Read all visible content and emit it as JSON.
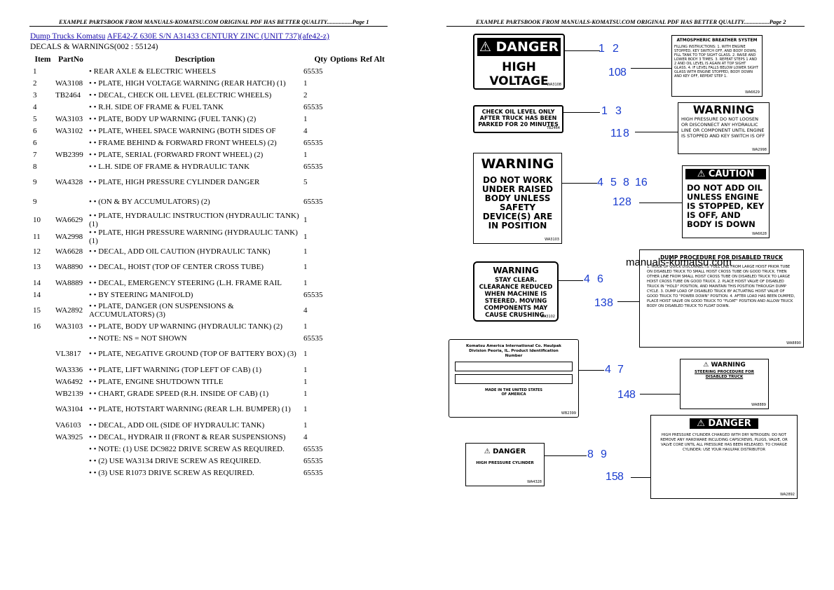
{
  "page1": {
    "header": "EXAMPLE PARTSBOOK FROM MANUALS-KOMATSU.COM ORIGINAL PDF HAS BETTER QUALITY.................Page 1",
    "crumb1": "Dump Trucks Komatsu",
    "crumb2": "AFE42-Z 630E S/N A31433 CENTURY ZINC (UNIT 737)(afe42-z)",
    "section": "DECALS & WARNINGS(002 : 55124)",
    "columns": [
      "Item",
      "PartNo",
      "Description",
      "Qty",
      "Options",
      "Ref Alt"
    ],
    "rows": [
      {
        "item": "1",
        "pn": "",
        "desc": "• REAR AXLE & ELECTRIC WHEELS",
        "qty": "65535"
      },
      {
        "item": "2",
        "pn": "WA3108",
        "desc": "• • PLATE, HIGH VOLTAGE WARNING (REAR HATCH) (1)",
        "qty": "1"
      },
      {
        "item": "3",
        "pn": "TB2464",
        "desc": "• • DECAL, CHECK OIL LEVEL (ELECTRIC WHEELS)",
        "qty": "2"
      },
      {
        "item": "4",
        "pn": "",
        "desc": "• • R.H. SIDE OF FRAME & FUEL TANK",
        "qty": "65535"
      },
      {
        "item": "5",
        "pn": "WA3103",
        "desc": "• • PLATE, BODY UP WARNING (FUEL TANK) (2)",
        "qty": "1"
      },
      {
        "item": "6",
        "pn": "WA3102",
        "desc": "• • PLATE, WHEEL SPACE WARNING (BOTH SIDES OF",
        "qty": "4"
      },
      {
        "item": "6",
        "pn": "",
        "desc": "• • FRAME BEHIND & FORWARD FRONT WHEELS) (2)",
        "qty": "65535"
      },
      {
        "item": "7",
        "pn": "WB2399",
        "desc": "• • PLATE, SERIAL (FORWARD FRONT WHEEL) (2)",
        "qty": "1"
      },
      {
        "item": "8",
        "pn": "",
        "desc": "• • L.H. SIDE OF FRAME & HYDRAULIC TANK",
        "qty": "65535"
      },
      {
        "item": "9",
        "pn": "WA4328",
        "desc": "• • PLATE, HIGH PRESSURE CYLINDER DANGER",
        "qty": "5"
      },
      {
        "item": "9",
        "pn": "",
        "desc": "• • (ON & BY ACCUMULATORS) (2)",
        "qty": "65535"
      },
      {
        "item": "10",
        "pn": "WA6629",
        "desc": "• • PLATE, HYDRAULIC INSTRUCTION (HYDRAULIC TANK) (1)",
        "qty": "1"
      },
      {
        "item": "11",
        "pn": "WA2998",
        "desc": "• • PLATE, HIGH PRESSURE WARNING (HYDRAULIC TANK) (1)",
        "qty": "1"
      },
      {
        "item": "12",
        "pn": "WA6628",
        "desc": "• • DECAL, ADD OIL CAUTION (HYDRAULIC TANK)",
        "qty": "1"
      },
      {
        "item": "13",
        "pn": "WA8890",
        "desc": "• • DECAL, HOIST (TOP OF CENTER CROSS TUBE)",
        "qty": "1"
      },
      {
        "item": "14",
        "pn": "WA8889",
        "desc": "• • DECAL, EMERGENCY STEERING (L.H. FRAME RAIL",
        "qty": "1"
      },
      {
        "item": "14",
        "pn": "",
        "desc": "• • BY STEERING MANIFOLD)",
        "qty": "65535"
      },
      {
        "item": "15",
        "pn": "WA2892",
        "desc": "• • PLATE, DANGER (ON SUSPENSIONS & ACCUMULATORS) (3)",
        "qty": "4"
      },
      {
        "item": "16",
        "pn": "WA3103",
        "desc": "• • PLATE, BODY UP WARNING (HYDRAULIC TANK) (2)",
        "qty": "1"
      },
      {
        "item": "",
        "pn": "",
        "desc": "• • NOTE: NS = NOT SHOWN",
        "qty": "65535"
      },
      {
        "item": "",
        "pn": "VL3817",
        "desc": "• • PLATE, NEGATIVE GROUND (TOP OF BATTERY BOX) (3)",
        "qty": "1"
      },
      {
        "item": "",
        "pn": "WA3336",
        "desc": "• • PLATE, LIFT WARNING (TOP LEFT OF CAB) (1)",
        "qty": "1"
      },
      {
        "item": "",
        "pn": "WA6492",
        "desc": "• • PLATE, ENGINE SHUTDOWN TITLE",
        "qty": "1"
      },
      {
        "item": "",
        "pn": "WB2139",
        "desc": "• • CHART, GRADE SPEED (R.H. INSIDE OF CAB) (1)",
        "qty": "1"
      },
      {
        "item": "",
        "pn": "WA3104",
        "desc": "• • PLATE, HOTSTART WARNING (REAR L.H. BUMPER) (1)",
        "qty": "1"
      },
      {
        "item": "",
        "pn": "VA6103",
        "desc": "• • DECAL, ADD OIL (SIDE OF HYDRAULIC TANK)",
        "qty": "1"
      },
      {
        "item": "",
        "pn": "WA3925",
        "desc": "• • DECAL, HYDRAIR II (FRONT & REAR SUSPENSIONS)",
        "qty": "4"
      },
      {
        "item": "",
        "pn": "",
        "desc": "• • NOTE: (1) USE DC9822 DRIVE SCREW AS REQUIRED.",
        "qty": "65535"
      },
      {
        "item": "",
        "pn": "",
        "desc": "• • (2) USE WA3134 DRIVE SCREW AS REQUIRED.",
        "qty": "65535"
      },
      {
        "item": "",
        "pn": "",
        "desc": "• • (3) USE R1073 DRIVE SCREW AS REQUIRED.",
        "qty": "65535"
      }
    ]
  },
  "page2": {
    "header": "EXAMPLE PARTSBOOK FROM MANUALS-KOMATSU.COM ORIGINAL PDF HAS BETTER QUALITY.................Page 2",
    "watermark": "manuals-komatsu.com",
    "labels": {
      "hv_title": "⚠ DANGER",
      "hv_body": "HIGH VOLTAGE",
      "breather_title": "ATMOSPHERIC BREATHER SYSTEM",
      "breather_body": "FILLING INSTRUCTIONS: 1. WITH ENGINE STOPPED, KEY SWITCH OFF, AND BODY DOWN, FILL TANK TO TOP SIGHT GLASS. 2. RAISE AND LOWER BODY 3 TIMES. 3. REPEAT STEPS 1 AND 2 AND OIL LEVEL IS AGAIN AT TOP SIGHT GLASS. 4. IF LEVEL FALLS BELOW LOWER SIGHT GLASS WITH ENGINE STOPPED, BODY DOWN AND KEY OFF, REPEAT STEP 1.",
      "check_oil": "CHECK OIL LEVEL ONLY AFTER TRUCK HAS BEEN PARKED FOR 20 MINUTES",
      "hp_title": "WARNING",
      "hp_body": "HIGH PRESSURE DO NOT LOOSEN OR DISCONNECT ANY HYDRAULIC LINE OR COMPONENT UNTIL ENGINE IS STOPPED AND KEY SWITCH IS OFF",
      "bodyup_title": "WARNING",
      "bodyup_body": "DO NOT WORK UNDER RAISED BODY UNLESS SAFETY DEVICE(S) ARE IN POSITION",
      "caution_title": "⚠ CAUTION",
      "caution_body": "DO NOT ADD OIL UNLESS ENGINE IS STOPPED, KEY IS OFF, AND BODY IS DOWN",
      "dump_title": "DUMP PROCEDURE FOR DISABLED TRUCK",
      "dump_body": "1. HOOK UP QUICK DISCONNECTS: FUEL LINE FROM LARGE HOIST PRIOR TUBE ON DISABLED TRUCK TO SMALL HOIST CROSS TUBE ON GOOD TRUCK. THEN OTHER LINE FROM SMALL HOIST CROSS TUBE ON DISABLED TRUCK TO LARGE HOIST CROSS TUBE ON GOOD TRUCK. 2. PLACE HOIST VALVE OF DISABLED TRUCK IN \"HOLD\" POSITION, AND MAINTAIN THIS POSITION THROUGH DUMP CYCLE. 3. DUMP LOAD OF DISABLED TRUCK BY ACTUATING HOIST VALVE OF GOOD TRUCK TO \"POWER DOWN\" POSITION. 4. AFTER LOAD HAS BEEN DUMPED, PLACE HOIST VALVE ON GOOD TRUCK TO \"FLOAT\" POSITION AND ALLOW TRUCK BODY ON DISABLED TRUCK TO FLOAT DOWN.",
      "stay_title": "WARNING",
      "stay_body": "STAY CLEAR. CLEARANCE REDUCED WHEN MACHINE IS STEERED. MOVING COMPONENTS MAY CAUSE CRUSHING.",
      "serial_title": "Komatsu America International Co. Haulpak Division Peoria, IL. Product Identification Number",
      "serial_foot": "MADE IN THE UNITED STATES OF AMERICA",
      "steer_title": "⚠ WARNING",
      "steer_body": "STEERING PROCEDURE FOR DISABLED TRUCK",
      "cyl_title": "⚠ DANGER",
      "cyl_body": "HIGH PRESSURE CYLINDER",
      "n2_title": "⚠ DANGER",
      "n2_body": "HIGH PRESSURE CYLINDER CHARGED WITH DRY NITROGEN. DO NOT REMOVE ANY HARDWARE INCLUDING CAPSCREWS, PLUGS, VALVE, OR VALVE CORE UNTIL ALL PRESSURE HAS BEEN RELEASED. TO CHARGE CYLINDER: USE YOUR HAULPAK DISTRIBUTOR",
      "code_hv": "WA3108",
      "code_bt": "WA6629",
      "code_co": "TB2464",
      "code_hp": "WA2998",
      "code_bu": "WA3103",
      "code_ca": "WA6628",
      "code_st": "WA3102",
      "code_du": "WA8890",
      "code_se": "WB2399",
      "code_sp": "WA8889",
      "code_cy": "WA4328",
      "code_n2": "WA2892"
    },
    "callouts": {
      "c1": "1",
      "c2": "2",
      "c10": "10",
      "c8": "8",
      "c1b": "1",
      "c3": "3",
      "c11": "11",
      "c8b": "8",
      "c4": "4",
      "c5": "5",
      "c8c": "8",
      "c16": "16",
      "c12": "12",
      "c8d": "8",
      "c4b": "4",
      "c6": "6",
      "c13": "13",
      "c8e": "8",
      "c4c": "4",
      "c7": "7",
      "c14": "14",
      "c8f": "8",
      "c8g": "8",
      "c9": "9",
      "c15": "15",
      "c8h": "8"
    }
  }
}
